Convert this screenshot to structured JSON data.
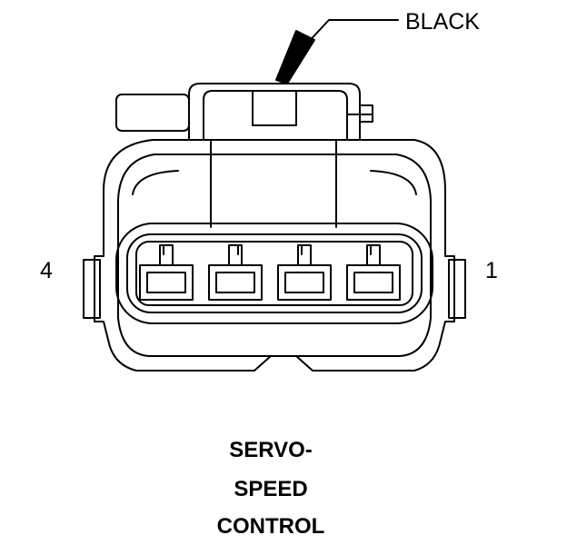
{
  "callout": {
    "label": "BLACK"
  },
  "pins": {
    "left": "4",
    "right": "1"
  },
  "caption": {
    "lines": [
      "SERVO-",
      "SPEED",
      "CONTROL"
    ]
  },
  "colors": {
    "ink": "#000000",
    "background": "#ffffff"
  }
}
